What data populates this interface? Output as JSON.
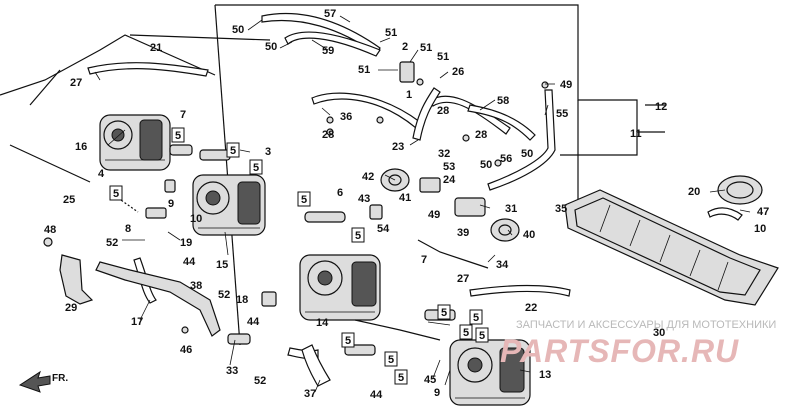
{
  "diagram": {
    "callouts": [
      {
        "id": "c57",
        "label": "57"
      },
      {
        "id": "c50a",
        "label": "50"
      },
      {
        "id": "c50b",
        "label": "50"
      },
      {
        "id": "c59",
        "label": "59"
      },
      {
        "id": "c51a",
        "label": "51"
      },
      {
        "id": "c51b",
        "label": "51"
      },
      {
        "id": "c51c",
        "label": "51"
      },
      {
        "id": "c51d",
        "label": "51"
      },
      {
        "id": "c2",
        "label": "2"
      },
      {
        "id": "c1",
        "label": "1"
      },
      {
        "id": "c26",
        "label": "26"
      },
      {
        "id": "c49a",
        "label": "49"
      },
      {
        "id": "c12",
        "label": "12"
      },
      {
        "id": "c21",
        "label": "21"
      },
      {
        "id": "c27a",
        "label": "27"
      },
      {
        "id": "c36",
        "label": "36"
      },
      {
        "id": "c28a",
        "label": "28"
      },
      {
        "id": "c28b",
        "label": "28"
      },
      {
        "id": "c28c",
        "label": "28"
      },
      {
        "id": "c58",
        "label": "58"
      },
      {
        "id": "c55",
        "label": "55"
      },
      {
        "id": "c11",
        "label": "11"
      },
      {
        "id": "c16",
        "label": "16"
      },
      {
        "id": "c7a",
        "label": "7"
      },
      {
        "id": "c3",
        "label": "3"
      },
      {
        "id": "c23",
        "label": "23"
      },
      {
        "id": "c32",
        "label": "32"
      },
      {
        "id": "c50c",
        "label": "50"
      },
      {
        "id": "c56",
        "label": "56"
      },
      {
        "id": "c50d",
        "label": "50"
      },
      {
        "id": "c53",
        "label": "53"
      },
      {
        "id": "c42",
        "label": "42"
      },
      {
        "id": "c24",
        "label": "24"
      },
      {
        "id": "c4",
        "label": "4"
      },
      {
        "id": "c6",
        "label": "6"
      },
      {
        "id": "c25",
        "label": "25"
      },
      {
        "id": "c9a",
        "label": "9"
      },
      {
        "id": "c10",
        "label": "10"
      },
      {
        "id": "c43",
        "label": "43"
      },
      {
        "id": "c41",
        "label": "41"
      },
      {
        "id": "c49b",
        "label": "49"
      },
      {
        "id": "c31",
        "label": "31"
      },
      {
        "id": "c20",
        "label": "20"
      },
      {
        "id": "c35",
        "label": "35"
      },
      {
        "id": "c47",
        "label": "47"
      },
      {
        "id": "c10b",
        "label": "10"
      },
      {
        "id": "c8",
        "label": "8"
      },
      {
        "id": "c54",
        "label": "54"
      },
      {
        "id": "c39",
        "label": "39"
      },
      {
        "id": "c40",
        "label": "40"
      },
      {
        "id": "c48",
        "label": "48"
      },
      {
        "id": "c52a",
        "label": "52"
      },
      {
        "id": "c19",
        "label": "19"
      },
      {
        "id": "c15",
        "label": "15"
      },
      {
        "id": "c44a",
        "label": "44"
      },
      {
        "id": "c34",
        "label": "34"
      },
      {
        "id": "c7b",
        "label": "7"
      },
      {
        "id": "c27b",
        "label": "27"
      },
      {
        "id": "c38",
        "label": "38"
      },
      {
        "id": "c22",
        "label": "22"
      },
      {
        "id": "c29",
        "label": "29"
      },
      {
        "id": "c52b",
        "label": "52"
      },
      {
        "id": "c18",
        "label": "18"
      },
      {
        "id": "c17",
        "label": "17"
      },
      {
        "id": "c44b",
        "label": "44"
      },
      {
        "id": "c14",
        "label": "14"
      },
      {
        "id": "c30",
        "label": "30"
      },
      {
        "id": "c46",
        "label": "46"
      },
      {
        "id": "c33",
        "label": "33"
      },
      {
        "id": "c52c",
        "label": "52"
      },
      {
        "id": "c13",
        "label": "13"
      },
      {
        "id": "c37",
        "label": "37"
      },
      {
        "id": "c9b",
        "label": "9"
      },
      {
        "id": "c45",
        "label": "45"
      },
      {
        "id": "c44c",
        "label": "44"
      }
    ],
    "box_label": "5",
    "direction_label": "FR.",
    "icons": [
      "front-direction-arrow-icon"
    ]
  },
  "watermark": {
    "caption": "ЗАПЧАСТИ И АКСЕССУАРЫ ДЛЯ МОТОТЕХНИКИ",
    "brand": "PARTSFOR.RU",
    "color": "#e6b7b7"
  }
}
